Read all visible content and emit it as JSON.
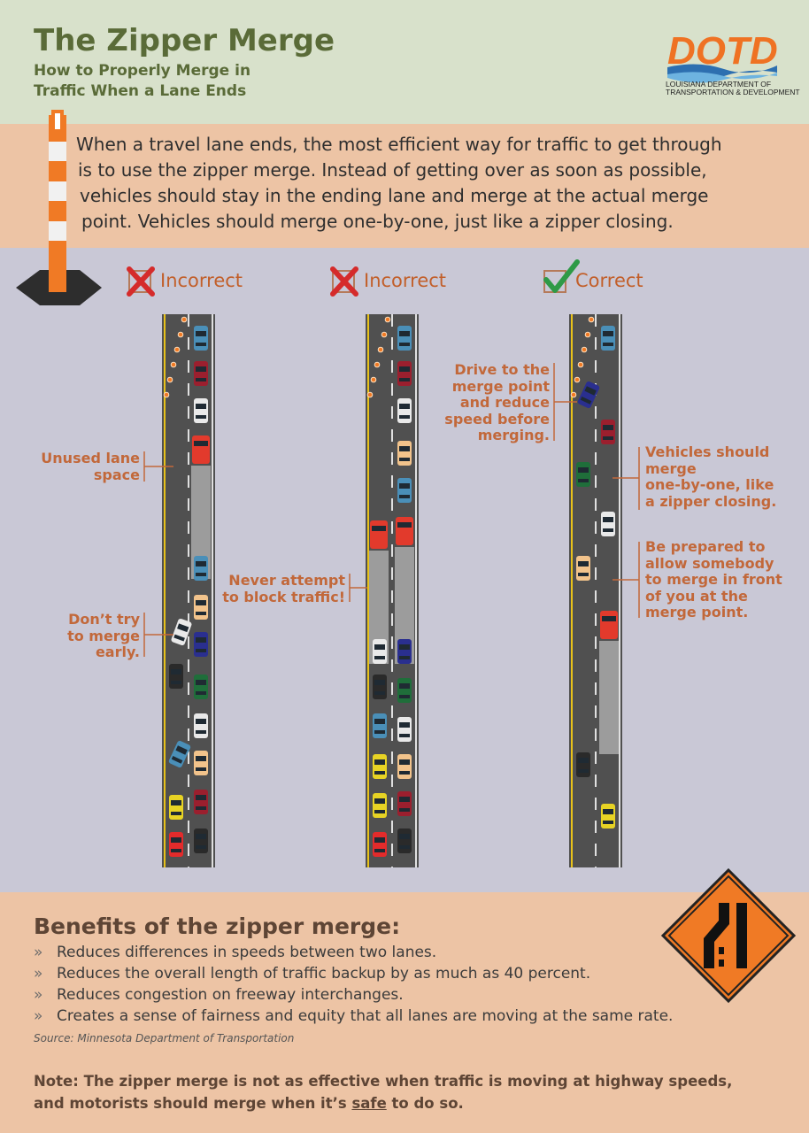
{
  "header": {
    "title": "The Zipper Merge",
    "subtitle_line1": "How to Properly Merge in",
    "subtitle_line2": "Traffic When a Lane Ends",
    "logo": {
      "wordmark": "DOTD",
      "line1": "LOUISIANA DEPARTMENT OF",
      "line2": "TRANSPORTATION & DEVELOPMENT"
    }
  },
  "intro": {
    "lines": [
      "When a travel lane ends, the most efficient way for traffic to get through",
      "is to use the zipper merge. Instead of getting over as soon as possible,",
      "vehicles should stay in the ending lane and merge at the actual merge",
      "point. Vehicles should merge one-by-one, just like a zipper closing."
    ]
  },
  "scenarios": [
    {
      "verdict": "Incorrect",
      "icon": "x-icon",
      "callouts": [
        [
          "Unused lane",
          "space"
        ],
        [
          "Don’t try",
          "to merge",
          "early."
        ]
      ]
    },
    {
      "verdict": "Incorrect",
      "icon": "x-icon",
      "callouts": [
        [
          "Never attempt",
          "to block traffic!"
        ]
      ]
    },
    {
      "verdict": "Correct",
      "icon": "checkmark-icon",
      "callouts": [
        [
          "Drive to the",
          "merge point",
          "and reduce",
          "speed before",
          "merging."
        ],
        [
          "Vehicles should",
          "merge",
          "one-by-one, like",
          "a zipper closing."
        ],
        [
          "Be prepared to",
          "allow somebody",
          "to merge in front",
          "of you at the",
          "merge point."
        ]
      ]
    }
  ],
  "benefits": {
    "title": "Benefits of the zipper merge:",
    "bullet_mark": "»",
    "items": [
      "Reduces differences in speeds between two lanes.",
      "Reduces the overall length of traffic backup by as much as 40 percent.",
      "Reduces congestion on freeway interchanges.",
      "Creates a sense of fairness and equity that all lanes are moving at the same rate."
    ],
    "source": "Source: Minnesota Department of Transportation"
  },
  "note": {
    "line1": "Note: The zipper merge is not as effective when traffic is moving at highway speeds,",
    "line2_before": "and motorists should merge when it’s ",
    "line2_emph": "safe",
    "line2_after": " to do so."
  },
  "colors": {
    "header_bg": "#d8e1cb",
    "title": "#5a6b38",
    "band_bg": "#edc4a5",
    "diagram_bg": "#c9c8d6",
    "callout": "#c2683a",
    "verdict": "#c25f2a",
    "x_mark": "#d52b2b",
    "check_mark": "#2e9a47",
    "road": "#505050",
    "sign_orange": "#f07a25"
  }
}
